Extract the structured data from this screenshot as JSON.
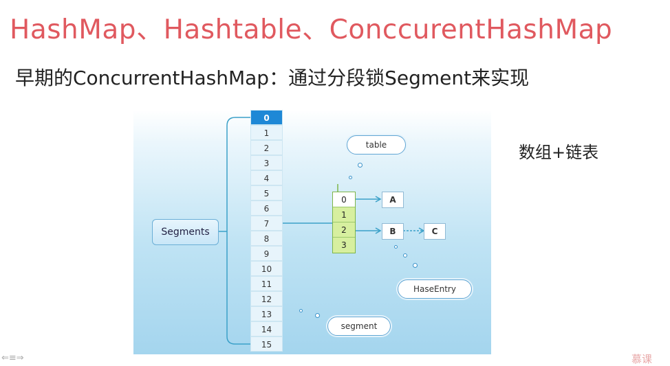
{
  "title": "HashMap、Hashtable、ConccurentHashMap",
  "subtitle": "早期的ConcurrentHashMap：通过分段锁Segment来实现",
  "note": "数组+链表",
  "segments_label": "Segments",
  "segment_indices": [
    "0",
    "1",
    "2",
    "3",
    "4",
    "5",
    "6",
    "7",
    "8",
    "9",
    "10",
    "11",
    "12",
    "13",
    "14",
    "15"
  ],
  "table_indices": [
    "0",
    "1",
    "2",
    "3"
  ],
  "nodes": {
    "a": "A",
    "b": "B",
    "c": "C"
  },
  "clouds": {
    "table": "table",
    "hase_entry": "HaseEntry",
    "segment": "segment"
  },
  "bottom_icons": "⇐≡⇒",
  "watermark": "慕课"
}
